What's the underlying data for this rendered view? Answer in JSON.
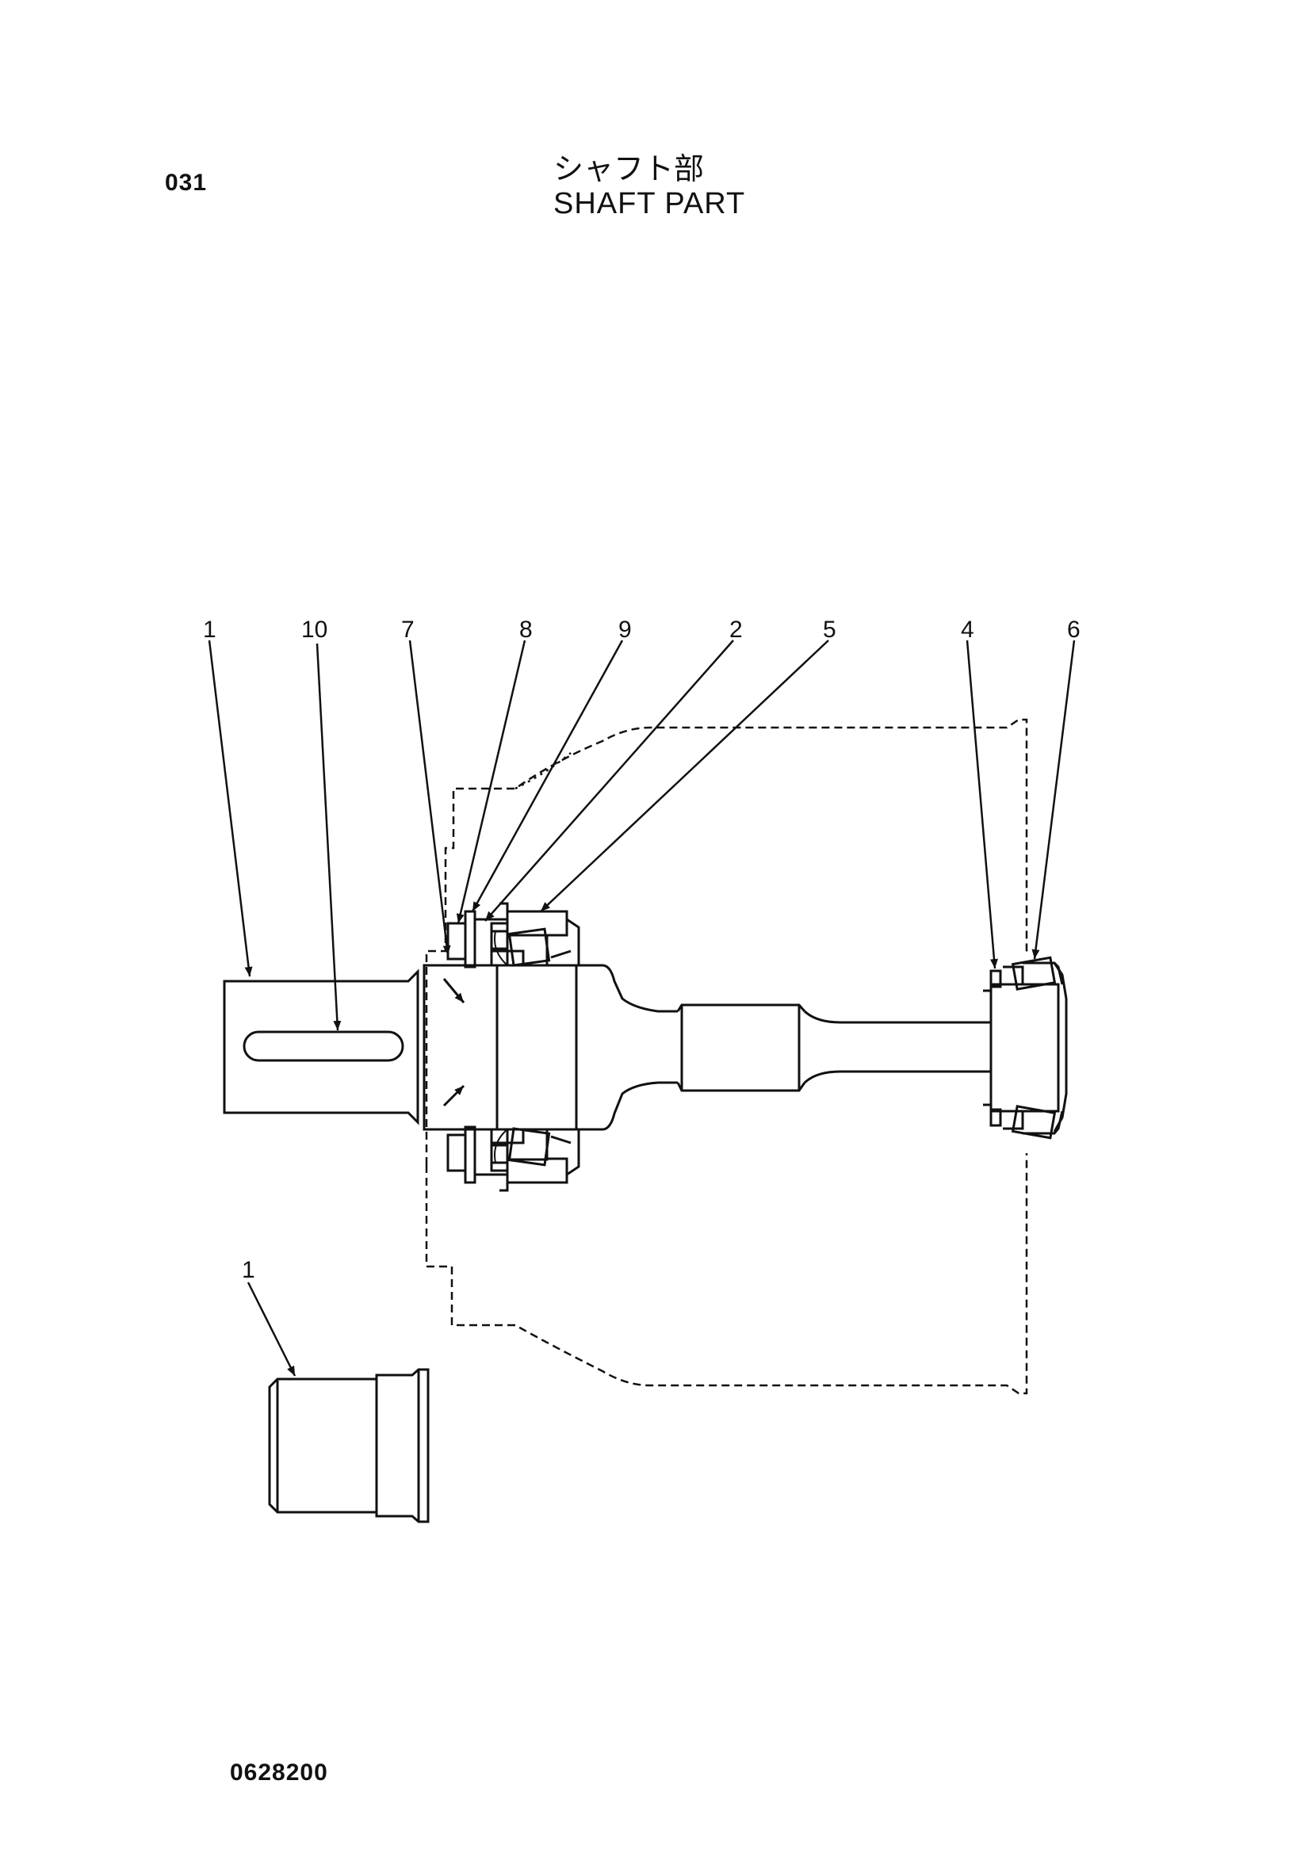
{
  "page": {
    "number": "031",
    "title_jp": "シャフト部",
    "title_en": "SHAFT PART",
    "drawing_code": "0628200"
  },
  "callouts": [
    "1",
    "10",
    "7",
    "8",
    "9",
    "2",
    "5",
    "4",
    "6",
    "1"
  ],
  "colors": {
    "line": "#111111",
    "background": "#ffffff"
  }
}
